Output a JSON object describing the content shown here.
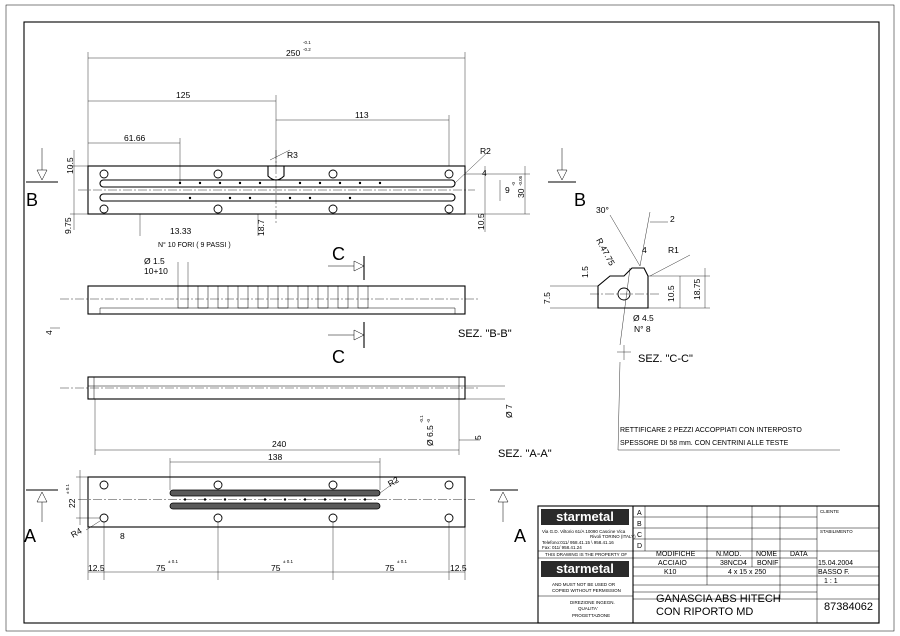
{
  "view_labels": {
    "b_left": "B",
    "b_right": "B",
    "c_top": "C",
    "c_bottom": "C",
    "a_left": "A",
    "a_right": "A",
    "sez_bb": "SEZ. \"B-B\"",
    "sez_cc": "SEZ. \"C-C\"",
    "sez_aa": "SEZ. \"A-A\""
  },
  "top_view": {
    "overall": "250",
    "overall_tol_upper": "-0.1",
    "overall_tol_lower": "-0.2",
    "d125": "125",
    "d113": "113",
    "d61_66": "61.66",
    "r3": "R3",
    "r2": "R2",
    "h10_5_left": "10.5",
    "h9_75": "9.75",
    "h13_33": "13.33",
    "h18_7": "18.7",
    "h10_5_right": "10.5",
    "h4": "4",
    "h9": "9",
    "h30": "30",
    "h30_tol_upper": "-0",
    "h30_tol_lower": "-0.05",
    "holes_note": "N° 10 FORI ( 9 PASSI )"
  },
  "section_bb": {
    "phi1_5": "Ø 1.5",
    "d10x10": "10+10",
    "d4": "4"
  },
  "section_cc": {
    "a30": "30°",
    "d2": "2",
    "r47_75": "R.47.75",
    "d4": "4",
    "r1": "R1",
    "d1_5": "1.5",
    "d7_5": "7.5",
    "d10_5": "10.5",
    "d18_75": "18.75",
    "phi4_5": "Ø 4.5",
    "n8": "N° 8"
  },
  "section_aa": {
    "phi7": "Ø 7",
    "phi6_5": "Ø 6.5",
    "phi6_5_tol_upper": "-0.1",
    "phi6_5_tol_lower": "-0",
    "d5": "5",
    "d240": "240"
  },
  "note": {
    "line1": "RETTIFICARE 2 PEZZI ACCOPPIATI CON INTERPOSTO",
    "line2": "SPESSORE DI 58 mm. CON CENTRINI ALLE TESTE"
  },
  "bottom_view": {
    "d138": "138",
    "r2": "R2",
    "r4": "R4",
    "d22": "22",
    "d22_tol": "± 0.1",
    "d8": "8",
    "d12_5_left": "12.5",
    "d75_a": "75",
    "d75_b": "75",
    "d75_c": "75",
    "d75_tol": "± 0.1",
    "d12_5_right": "12.5"
  },
  "title_block": {
    "logo": "starmetal",
    "address1": "Via G.D. Viltorio 61/A 10090 Cascine Vica",
    "address2": "Rivoli TORINO (ITALY)",
    "phone": "Telefono:011/ 958.41.15 \\ 958.41.16",
    "fax": "Fax: 011/ 958.41.24",
    "property1": "THIS DRAWING IS THE PROPERTY OF",
    "property2": "AND MUST NOT BE USED OR",
    "property3": "COPIED WITHOUT PERMISSION",
    "rev_letters": [
      "A",
      "B",
      "C",
      "D"
    ],
    "col_modifiche": "MODIFICHE",
    "col_nmod": "N.MOD.",
    "col_nome": "NOME",
    "col_data": "DATA",
    "cliente": "CLIENTE",
    "stabilimento": "STABILIMENTO",
    "materiale": "ACCIAIO",
    "tipo": "38NCD4",
    "tratt": "BONIF",
    "data_val": "15.04.2004",
    "durezza": "K10",
    "dimensioni": "4 x 15 x 250",
    "disegnatore": "BASSO F.",
    "scala": "1 : 1",
    "direzione": "DIREZIONE  INGEGN.",
    "qualita": "QUALITA'",
    "progettazione": "PROGETTAZIONE",
    "title1": "GANASCIA ABS HITECH",
    "title2": "CON RIPORTO MD",
    "part_no": "87384062"
  }
}
